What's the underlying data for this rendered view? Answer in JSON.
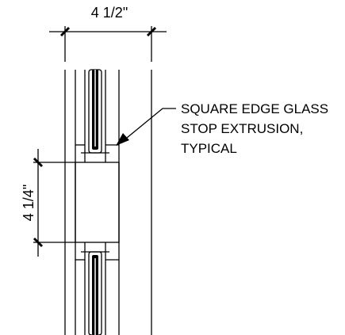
{
  "dimensions": {
    "width_label": "4 1/2\"",
    "height_label": "4 1/4\""
  },
  "note": {
    "lines": [
      "SQUARE EDGE GLASS",
      "STOP EXTRUSION,",
      "TYPICAL"
    ]
  },
  "colors": {
    "line": "#000000",
    "background": "#ffffff"
  }
}
